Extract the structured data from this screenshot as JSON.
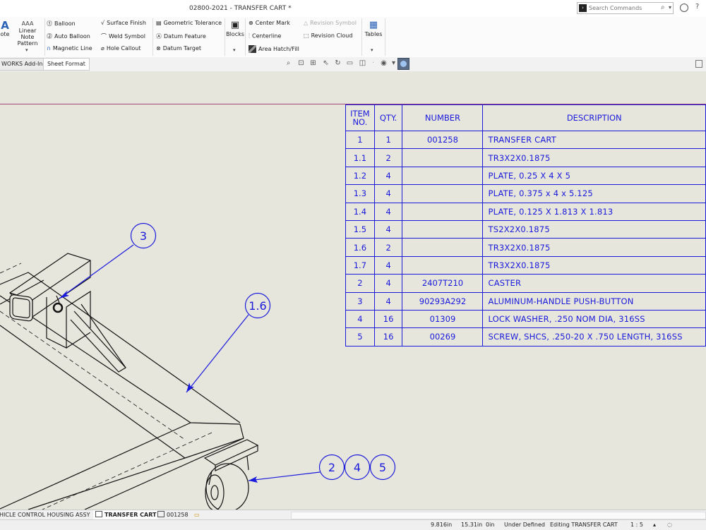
{
  "window": {
    "title": "02800-2021 - TRANSFER CART *"
  },
  "search": {
    "placeholder": "Search Commands"
  },
  "ribbon": {
    "note_label": "ote",
    "linear_note_label_1": "Linear Note",
    "linear_note_label_2": "Pattern",
    "balloon": "Balloon",
    "auto_balloon": "Auto Balloon",
    "magnetic_line": "Magnetic Line",
    "surface_finish": "Surface Finish",
    "weld_symbol": "Weld Symbol",
    "hole_callout": "Hole Callout",
    "geometric_tolerance": "Geometric Tolerance",
    "datum_feature": "Datum Feature",
    "datum_target": "Datum Target",
    "blocks": "Blocks",
    "center_mark": "Center Mark",
    "centerline": "Centerline",
    "area_hatch": "Area Hatch/Fill",
    "revision_symbol": "Revision Symbol",
    "revision_cloud": "Revision Cloud",
    "tables": "Tables"
  },
  "tabs": {
    "addins": "WORKS Add-Ins",
    "sheet_format": "Sheet Format"
  },
  "bom": {
    "headers": {
      "item_1": "ITEM",
      "item_2": "NO.",
      "qty": "QTY.",
      "number": "NUMBER",
      "description": "DESCRIPTION"
    },
    "rows": [
      {
        "item": "1",
        "qty": "1",
        "number": "001258",
        "desc": "TRANSFER CART"
      },
      {
        "item": "1.1",
        "qty": "2",
        "number": "",
        "desc": "TR3X2X0.1875"
      },
      {
        "item": "1.2",
        "qty": "4",
        "number": "",
        "desc": "PLATE, 0.25 X 4 X 5"
      },
      {
        "item": "1.3",
        "qty": "4",
        "number": "",
        "desc": "PLATE, 0.375 x 4 x 5.125"
      },
      {
        "item": "1.4",
        "qty": "4",
        "number": "",
        "desc": "PLATE, 0.125 X 1.813 X 1.813"
      },
      {
        "item": "1.5",
        "qty": "4",
        "number": "",
        "desc": "TS2X2X0.1875"
      },
      {
        "item": "1.6",
        "qty": "2",
        "number": "",
        "desc": "TR3X2X0.1875"
      },
      {
        "item": "1.7",
        "qty": "4",
        "number": "",
        "desc": "TR3X2X0.1875"
      },
      {
        "item": "2",
        "qty": "4",
        "number": "2407T210",
        "desc": "CASTER"
      },
      {
        "item": "3",
        "qty": "4",
        "number": "90293A292",
        "desc": "ALUMINUM-HANDLE PUSH-BUTTON"
      },
      {
        "item": "4",
        "qty": "16",
        "number": "01309",
        "desc": "LOCK WASHER, .250 NOM DIA, 316SS"
      },
      {
        "item": "5",
        "qty": "16",
        "number": "00269",
        "desc": "SCREW, SHCS, .250-20 X .750 LENGTH, 316SS"
      }
    ]
  },
  "balloons": {
    "b3": "3",
    "b16": "1.6",
    "b2": "2",
    "b4": "4",
    "b5": "5"
  },
  "sheet_tabs": {
    "t1": "HICLE CONTROL HOUSING ASSY",
    "t2": "TRANSFER CART",
    "t3": "001258"
  },
  "status": {
    "x": "9.816in",
    "y": "15.31in",
    "z": "0in",
    "definition": "Under Defined",
    "editing": "Editing TRANSFER CART",
    "scale": "1 : 5"
  },
  "colors": {
    "annotation_blue": "#1a1adc",
    "sheet_border": "#a2467a",
    "canvas": "#e7e6dc"
  }
}
